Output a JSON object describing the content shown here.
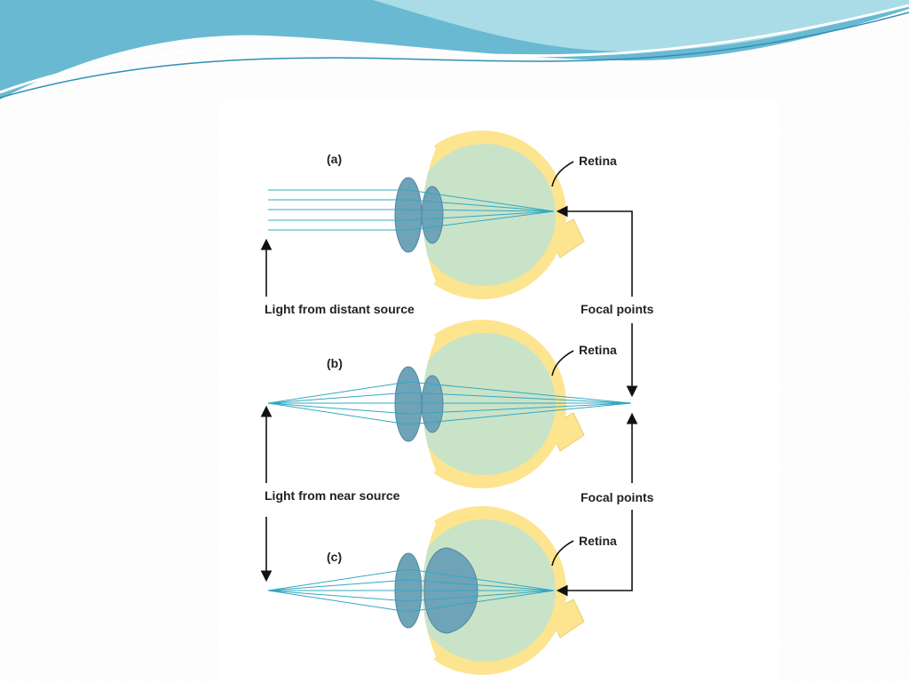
{
  "labels": {
    "a": "(a)",
    "b": "(b)",
    "c": "(c)",
    "retina_a": "Retina",
    "retina_b": "Retina",
    "retina_c": "Retina",
    "focal_top": "Focal points",
    "focal_bottom": "Focal points",
    "distant": "Light from distant source",
    "near": "Light from near source"
  },
  "colors": {
    "banner_dark": "#5fb3cf",
    "banner_light": "#a7dbe6",
    "sclera": "#fde48f",
    "vitreous": "#c9e3c9",
    "lens": "#6fa3b8",
    "ray": "#33a8c2"
  }
}
